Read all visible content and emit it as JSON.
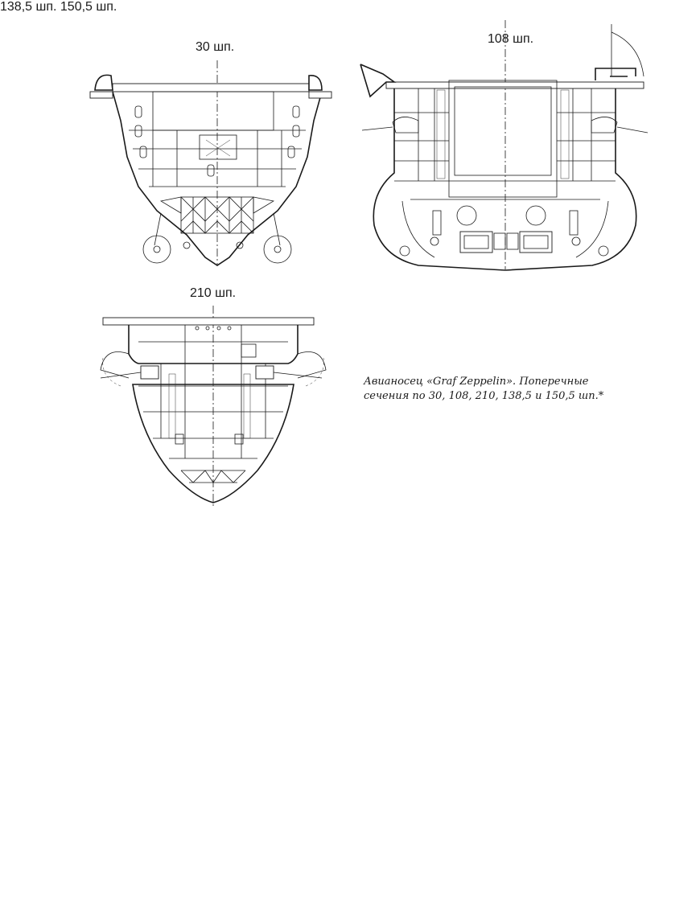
{
  "sections": [
    {
      "id": "frame-30",
      "label": "30 шп."
    },
    {
      "id": "frame-108",
      "label": "108 шп."
    },
    {
      "id": "frame-210",
      "label": "210 шп."
    },
    {
      "id": "frame-138-5",
      "label": "138,5 шп."
    },
    {
      "id": "frame-150-5",
      "label": "150,5 шп."
    }
  ],
  "caption": {
    "line1": "Авианосец «Graf Zeppelin». Поперечные",
    "line2": "сечения по 30, 108, 210, 138,5 и 150,5 шп.*"
  }
}
